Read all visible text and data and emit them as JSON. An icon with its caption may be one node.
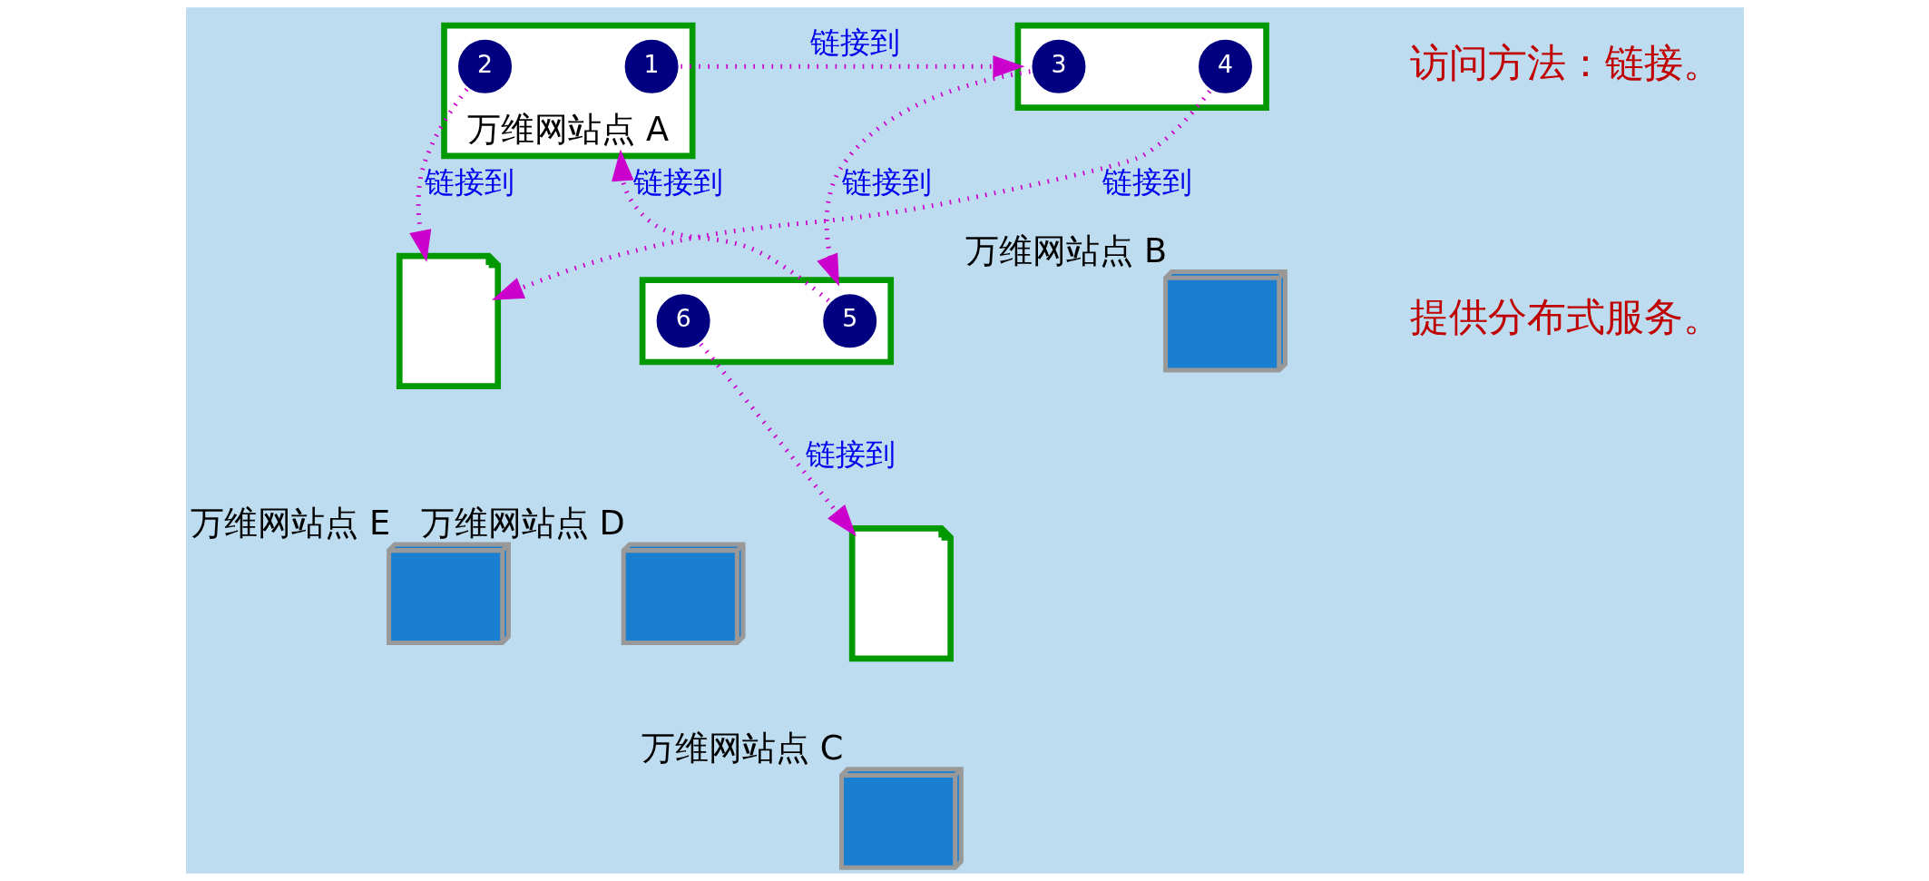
{
  "diagram": {
    "nodes": [
      {
        "text": [],
        "shape": "document",
        "beside": [
          "万维网站点 A"
        ]
      },
      {
        "text": [
          "1"
        ],
        "in": 0
      },
      {
        "text": [
          "2"
        ],
        "in": 0
      },
      {
        "text": [],
        "shape": "document"
      },
      {
        "text": [
          "3"
        ],
        "in": 3
      },
      {
        "text": [
          "4"
        ],
        "in": 3
      },
      {
        "text": [],
        "shape": "computer",
        "beside": [
          "万维网站点 B"
        ]
      },
      {
        "text": [],
        "shape": "document"
      },
      {
        "text": [],
        "shape": "computer",
        "beside": [
          "万维网站点 C"
        ]
      },
      {
        "text": [],
        "shape": "document"
      },
      {
        "text": [
          "5"
        ],
        "in": 9
      },
      {
        "text": [
          "6"
        ],
        "in": 9
      },
      {
        "text": [],
        "shape": "computer",
        "beside": [
          "万维网站点 D"
        ]
      },
      {
        "text": [],
        "shape": "document"
      },
      {
        "text": [],
        "shape": "computer",
        "beside": [
          "万维网站点 E"
        ]
      }
    ],
    "edges": [
      {
        "from": 1,
        "to": 3,
        "arrow": "to",
        "label": "链接到"
      },
      {
        "from": 2,
        "to": 13,
        "arrow": "to",
        "label": "链接到"
      },
      {
        "from": 4,
        "to": 9,
        "arrow": "to",
        "label": "链接到"
      },
      {
        "from": 5,
        "to": 13,
        "arrow": "to",
        "label": "链接到"
      },
      {
        "from": 10,
        "to": 0,
        "arrow": "to",
        "label": "链接到"
      },
      {
        "from": 11,
        "to": 7,
        "arrow": "to",
        "label": "链接到"
      }
    ],
    "labels": [
      "访问方法：链接。",
      "提供分布式服务。"
    ]
  }
}
